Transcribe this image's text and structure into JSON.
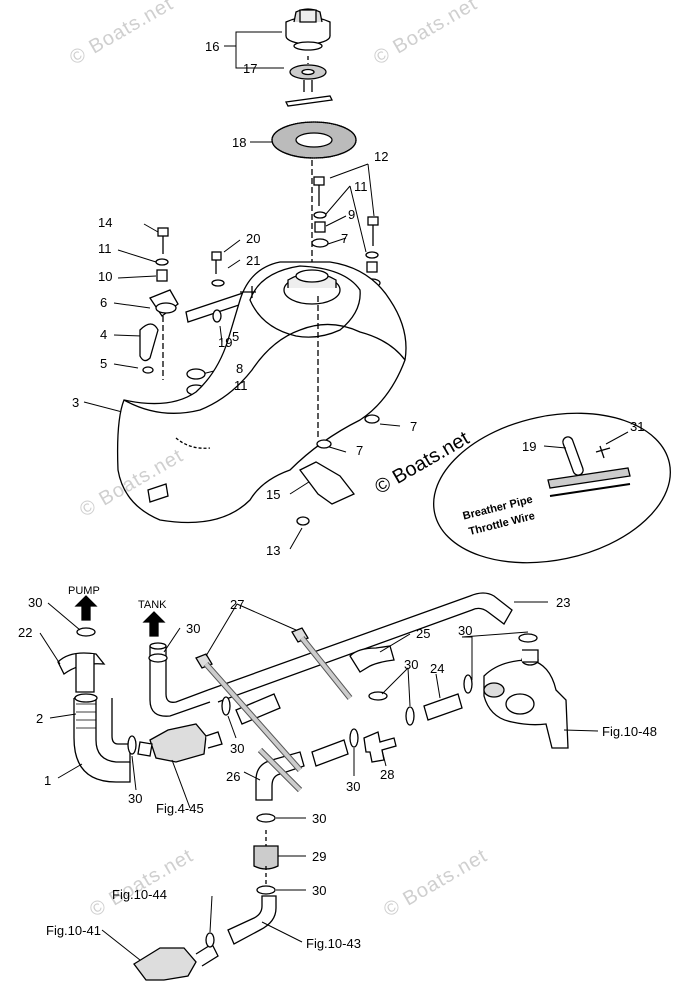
{
  "watermarks": {
    "small": "© Boats.net",
    "big": "© Boats.net"
  },
  "callouts": {
    "c16": "16",
    "c17": "17",
    "c18": "18",
    "c12": "12",
    "c11a": "11",
    "c9": "9",
    "c7a": "7",
    "c14": "14",
    "c20": "20",
    "c21": "21",
    "c11b": "11",
    "c10": "10",
    "c6": "6",
    "c5a": "5",
    "c19a": "19",
    "c4": "4",
    "c5b": "5",
    "c8": "8",
    "c11c": "11",
    "c3": "3",
    "c7b": "7",
    "c7c": "7",
    "c15": "15",
    "c13": "13",
    "c31": "31",
    "c19b": "19",
    "c30a": "30",
    "c22": "22",
    "c2": "2",
    "c1": "1",
    "c30b": "30",
    "c30c": "30",
    "c27": "27",
    "c23": "23",
    "c25": "25",
    "c30d": "30",
    "c30e": "30",
    "c24": "24",
    "c30f": "30",
    "c30g": "30",
    "c26": "26",
    "c28": "28",
    "c30h": "30",
    "c29": "29",
    "c30i": "30"
  },
  "refs": {
    "fig4_45": "Fig.4-45",
    "fig10_48": "Fig.10-48",
    "fig10_44": "Fig.10-44",
    "fig10_41": "Fig.10-41",
    "fig10_43": "Fig.10-43"
  },
  "arrows": {
    "pump": "PUMP",
    "tank": "TANK"
  },
  "inset": {
    "breather": "Breather Pipe",
    "throttle": "Throttle Wire"
  }
}
